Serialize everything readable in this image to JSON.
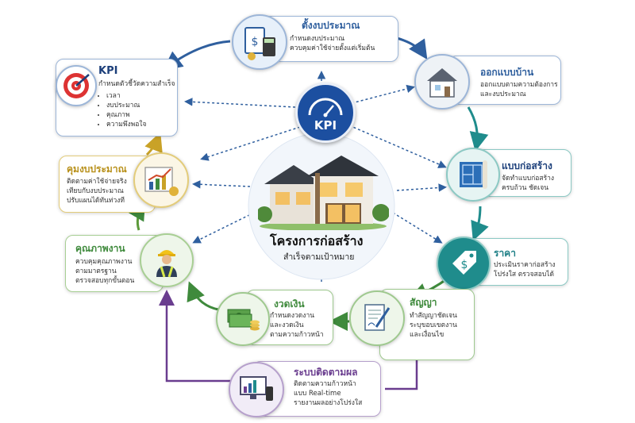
{
  "center": {
    "title": "โครงการก่อสร้าง",
    "subtitle": "สำเร็จตามเป้าหมาย"
  },
  "hub": {
    "label": "KPI"
  },
  "nodes": {
    "budget_plan": {
      "title": "ตั้งงบประมาณ",
      "lines": [
        "กำหนดงบประมาณ",
        "ควบคุมค่าใช้จ่ายตั้งแต่เริ่มต้น"
      ]
    },
    "house_design": {
      "title": "ออกแบบบ้าน",
      "lines": [
        "ออกแบบตามความต้องการ",
        "และงบประมาณ"
      ]
    },
    "construction_plan": {
      "title": "แบบก่อสร้าง",
      "lines": [
        "จัดทำแบบก่อสร้าง",
        "ครบถ้วน ชัดเจน"
      ]
    },
    "price": {
      "title": "ราคา",
      "lines": [
        "ประเมินราคาก่อสร้าง",
        "โปร่งใส ตรวจสอบได้"
      ]
    },
    "contract": {
      "title": "สัญญา",
      "lines": [
        "ทำสัญญาชัดเจน",
        "ระบุขอบเขตงาน",
        "และเงื่อนไข"
      ]
    },
    "tracking": {
      "title": "ระบบติดตามผล",
      "lines": [
        "ติดตามความก้าวหน้า",
        "แบบ Real-time",
        "รายงานผลอย่างโปร่งใส"
      ]
    },
    "installment": {
      "title": "งวดเงิน",
      "lines": [
        "กำหนดงวดงาน",
        "และงวดเงิน",
        "ตามความก้าวหน้า"
      ]
    },
    "quality": {
      "title": "คุณภาพงาน",
      "lines": [
        "ควบคุมคุณภาพงาน",
        "ตามมาตรฐาน",
        "ตรวจสอบทุกขั้นตอน"
      ]
    },
    "budget_control": {
      "title": "คุมงบประมาณ",
      "lines": [
        "ติดตามค่าใช้จ่ายจริง",
        "เทียบกับงบประมาณ",
        "ปรับแผนได้ทันท่วงที"
      ]
    },
    "kpi": {
      "title": "KPI",
      "subtitle": "กำหนดตัวชี้วัดความสำเร็จ",
      "bullets": [
        "เวลา",
        "งบประมาณ",
        "คุณภาพ",
        "ความพึงพอใจ"
      ]
    }
  },
  "colors": {
    "blue": "#2f5f9e",
    "teal": "#1f8c8c",
    "green": "#3f8a3c",
    "lightgreen": "#5c9a3a",
    "gold": "#c9a227",
    "purple": "#6a3d8f",
    "navy": "#1c3f7a",
    "tealtext": "#1e7f86"
  },
  "icons": [
    "budget-clipboard-icon",
    "house-design-icon",
    "blueprint-icon",
    "price-tag-icon",
    "contract-pen-icon",
    "monitor-dashboard-icon",
    "money-coins-icon",
    "worker-icon",
    "growth-chart-icon",
    "target-icon",
    "speedometer-icon"
  ]
}
